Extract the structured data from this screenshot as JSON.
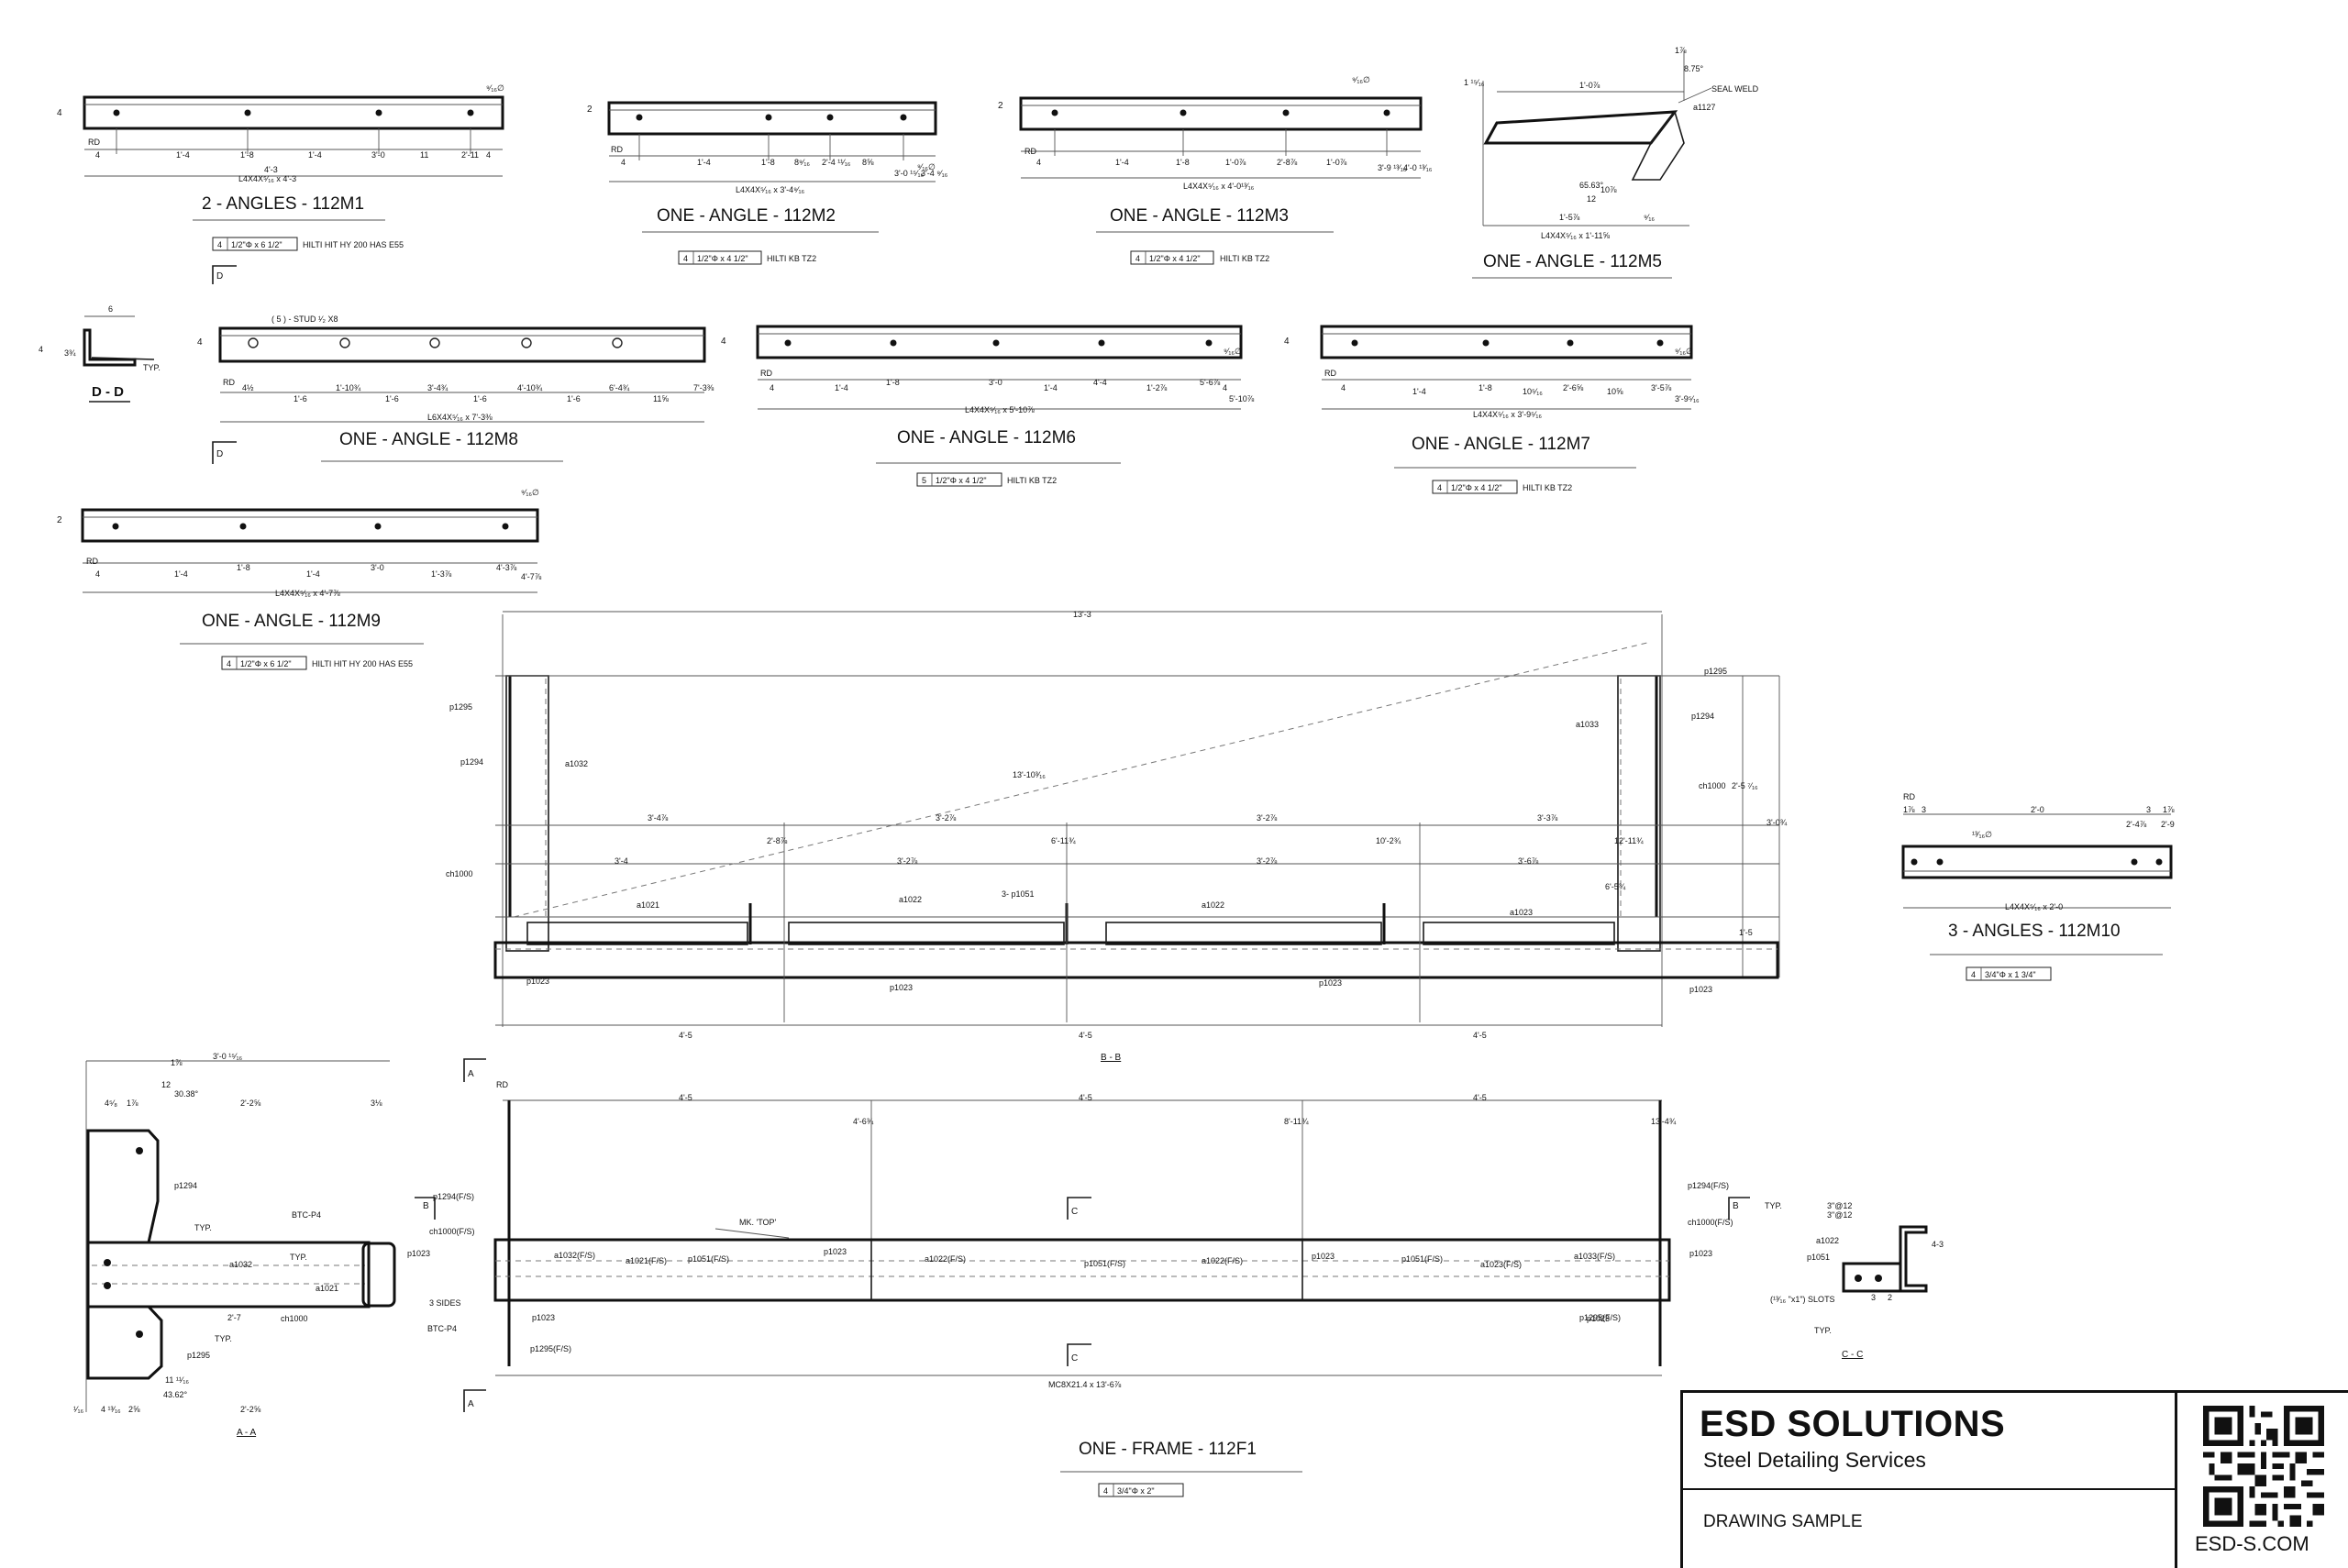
{
  "drawing": {
    "m1": {
      "title": "2 - ANGLES - 112M1",
      "size": "L4X4X⁵⁄₁₆ x 4'-3",
      "rd": "RD",
      "leg": "4",
      "hole_note": "⁹⁄₁₆∅",
      "dims": [
        "4",
        "1'-4",
        "1'-8",
        "1'-4",
        "3'-0",
        "11",
        "2'-11",
        "4",
        "4'-3"
      ],
      "anchor_qty": "4",
      "anchor_size": "1/2\"Φ x 6 1/2\"",
      "anchor_desc": "HILTI HIT HY 200 HAS E55",
      "section": "D"
    },
    "m2": {
      "title": "ONE - ANGLE - 112M2",
      "size": "L4X4X⁵⁄₁₆ x 3'-4⁹⁄₁₆",
      "rd": "RD",
      "leg": "2",
      "hole_note": "⁹⁄₁₆∅",
      "dims": [
        "4",
        "1'-4",
        "1'-8",
        "8⁹⁄₁₆",
        "2'-4 ¹¹⁄₁₆",
        "8⅝",
        "3'-0 ¹⁵⁄₁₆",
        "3'-4 ⁹⁄₁₆"
      ],
      "anchor_qty": "4",
      "anchor_size": "1/2\"Φ x 4 1/2\"",
      "anchor_desc": "HILTI KB TZ2"
    },
    "m3": {
      "title": "ONE - ANGLE - 112M3",
      "size": "L4X4X⁵⁄₁₆ x 4'-0¹³⁄₁₆",
      "rd": "RD",
      "leg": "2",
      "hole_note": "⁹⁄₁₆∅",
      "dims": [
        "4",
        "1'-4",
        "1'-8",
        "1'-0⅞",
        "2'-8⅞",
        "1'-0⅞",
        "3'-9 ¹³⁄₁₆",
        "4'-0 ¹³⁄₁₆"
      ],
      "anchor_qty": "4",
      "anchor_size": "1/2\"Φ x 4 1/2\"",
      "anchor_desc": "HILTI KB TZ2"
    },
    "m5": {
      "title": "ONE - ANGLE - 112M5",
      "size": "L4X4X⁵⁄₁₆ x 1'-11⅝",
      "dims": [
        "1 ¹⁵⁄₁₆",
        "1'-0⅞",
        "1⅞",
        "8.75°",
        "1'-5⅞",
        "⁹⁄₁₆",
        "12",
        "65.63°",
        "10⅞"
      ],
      "weld_note": "SEAL WELD",
      "mark": "a1127"
    },
    "dd": {
      "title": "D - D",
      "dims": [
        "6",
        "4",
        "3¾"
      ],
      "note": "TYP."
    },
    "m8": {
      "title": "ONE - ANGLE - 112M8",
      "size": "L6X4X⁵⁄₁₆ x 7'-3⅜",
      "rd": "RD",
      "leg": "4",
      "stud": "( 5 ) - STUD ¹⁄₂ X8",
      "dims": [
        "4½",
        "1'-6",
        "1'-10¾",
        "1'-6",
        "3'-4¾",
        "1'-6",
        "4'-10¾",
        "1'-6",
        "6'-4¾",
        "11⅝",
        "7'-3⅜"
      ],
      "section": "D"
    },
    "m6": {
      "title": "ONE - ANGLE - 112M6",
      "size": "L4X4X⁵⁄₁₆ x 5'-10⅞",
      "rd": "RD",
      "leg": "4",
      "hole_note": "⁹⁄₁₆∅",
      "dims": [
        "4",
        "1'-4",
        "1'-8",
        "3'-0",
        "1'-4",
        "4'-4",
        "1'-2⅞",
        "5'-6⅞",
        "4",
        "5'-10⅞"
      ],
      "anchor_qty": "5",
      "anchor_size": "1/2\"Φ x 4 1/2\"",
      "anchor_desc": "HILTI KB TZ2"
    },
    "m7": {
      "title": "ONE - ANGLE - 112M7",
      "size": "L4X4X⁵⁄₁₆ x 3'-9⁵⁄₁₆",
      "rd": "RD",
      "leg": "4",
      "hole_note": "⁹⁄₁₆∅",
      "dims": [
        "4",
        "1'-4",
        "1'-8",
        "10⁵⁄₁₆",
        "2'-6⅝",
        "10⅝",
        "3'-5⅞",
        "3'-9⁵⁄₁₆"
      ],
      "anchor_qty": "4",
      "anchor_size": "1/2\"Φ x 4 1/2\"",
      "anchor_desc": "HILTI KB TZ2"
    },
    "m9": {
      "title": "ONE - ANGLE - 112M9",
      "size": "L4X4X⁵⁄₁₆ x 4'-7⅞",
      "rd": "RD",
      "leg": "2",
      "hole_note": "⁹⁄₁₆∅",
      "dims": [
        "4",
        "1'-4",
        "1'-8",
        "1'-4",
        "3'-0",
        "1'-3⅞",
        "4'-3⅞",
        "4'-7⅞"
      ],
      "anchor_qty": "4",
      "anchor_size": "1/2\"Φ x 6 1/2\"",
      "anchor_desc": "HILTI HIT HY 200 HAS E55"
    },
    "bb": {
      "title": "B - B",
      "overall": "13'-3",
      "diag": "13'-10³⁄₁₆",
      "dims_top": [
        "3'-4⅞",
        "3'-2⅞",
        "3'-2⅞",
        "3'-3⅞"
      ],
      "dims_mid": [
        "3'-4",
        "3'-2⅞",
        "3'-2⅞",
        "3'-6⅞"
      ],
      "dims_bottom": [
        "4'-5",
        "4'-5",
        "4'-5"
      ],
      "vert": [
        "2'-8⅞",
        "6'-11¾",
        "10'-2¾",
        "12'-11¾",
        "3'-0¾",
        "2'-5 ⁷⁄₁₆",
        "1'-5",
        "6'-5¾"
      ],
      "marks": [
        "p1295",
        "p1294",
        "a1032",
        "ch1000",
        "a1021",
        "a1022",
        "3- p1051",
        "a1022",
        "a1023",
        "p1023",
        "p1023",
        "p1023",
        "p1023",
        "a1033",
        "p1295",
        "p1294",
        "ch1000"
      ],
      "section": "A"
    },
    "f1": {
      "title": "ONE - FRAME - 112F1",
      "size": "MC8X21.4 x 13'-6⅞",
      "mk": "MK. 'TOP'",
      "dims": [
        "4'-5",
        "4'-5",
        "4'-5",
        "4'-6¾",
        "8'-11¾",
        "13'-4¾"
      ],
      "marks": [
        "p1294(F/S)",
        "ch1000(F/S)",
        "a1032(F/S)",
        "a1021(F/S)",
        "p1051(F/S)",
        "p1023",
        "a1022(F/S)",
        "p1051(F/S)",
        "a1022(F/S)",
        "p1023",
        "p1051(F/S)",
        "a1023(F/S)",
        "a1033(F/S)",
        "p1023",
        "p1023",
        "p1295(F/S)",
        "p1294(F/S)",
        "ch1000(F/S)",
        "p1023",
        "p1295(F/S)"
      ],
      "anchor_qty": "4",
      "anchor_size": "3/4\"Φ x 2\"",
      "sections": [
        "A",
        "B",
        "C",
        "C",
        "A",
        "B"
      ],
      "rd": "RD"
    },
    "aa": {
      "title": "A - A",
      "dims": [
        "3'-0 ¹⁵⁄₁₆",
        "4⁵⁄₈",
        "1⅞",
        "2'-2⅝",
        "3⅛",
        "12",
        "30.38°",
        "1⅞",
        "2'-7",
        "4 ¹³⁄₁₆",
        "2⅝",
        "2'-2⅝",
        "11 ¹¹⁄₁₆",
        "43.62°",
        "¹⁄₁₆"
      ],
      "marks": [
        "p1294",
        "a1032",
        "a1021",
        "ch1000",
        "p1295",
        "p1023",
        "BTC-P4",
        "BTC-P4",
        "TYP.",
        "TYP.",
        "TYP.",
        "3 SIDES"
      ]
    },
    "m10": {
      "title": "3 - ANGLES - 112M10",
      "size": "L4X4X⁵⁄₁₆ x 2'-0",
      "rd": "RD",
      "dims": [
        "1⅞",
        "3",
        "2'-0",
        "3",
        "1⅞",
        "2'-4⅞",
        "2'-9"
      ],
      "hole_note": "¹³⁄₁₆∅",
      "anchor_qty": "4",
      "anchor_size": "3/4\"Φ x 1 3/4\""
    },
    "cc": {
      "title": "C - C",
      "dims": [
        "3\"@12",
        "3\"@12",
        "3",
        "2",
        "4-3"
      ],
      "marks": [
        "a1022",
        "p1051"
      ],
      "slots": "(¹³⁄₁₆ \"x1\") SLOTS",
      "note": "TYP."
    }
  },
  "title_block": {
    "company": "ESD SOLUTIONS",
    "tagline": "Steel Detailing Services",
    "sample": "DRAWING SAMPLE",
    "website": "ESD-S.COM"
  }
}
